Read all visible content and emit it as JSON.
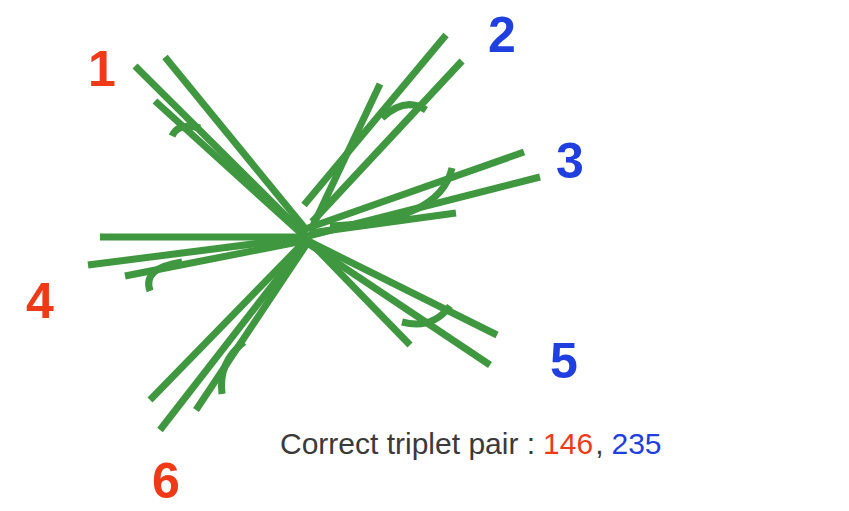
{
  "diagram": {
    "labels": [
      "1",
      "2",
      "3",
      "4",
      "5",
      "6",
      "Correct triplet pair :",
      "146",
      ",",
      "235"
    ]
  }
}
